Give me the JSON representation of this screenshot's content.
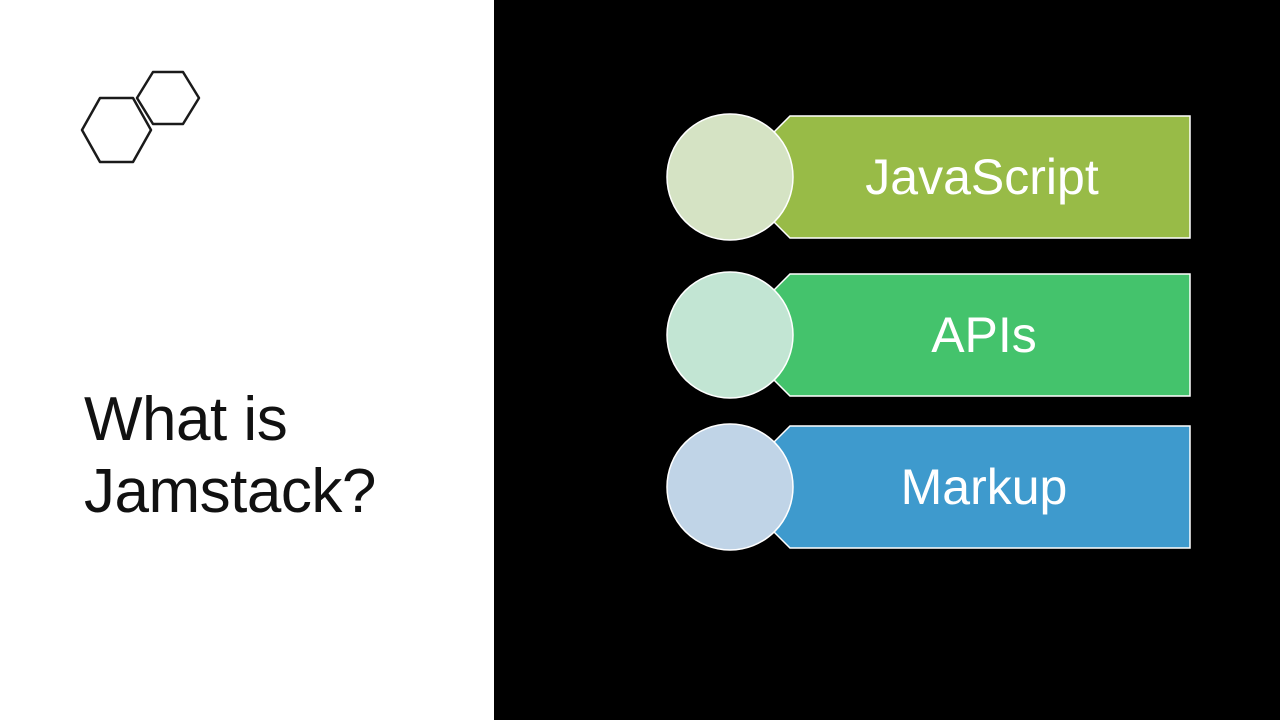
{
  "slide": {
    "title_lines": [
      "What is",
      "Jamstack?"
    ],
    "logo_icon": "hexagons-icon",
    "items": [
      {
        "label": "JavaScript",
        "bar_color": "#98bb47",
        "circle_color": "#d5e3c4"
      },
      {
        "label": "APIs",
        "bar_color": "#44c36c",
        "circle_color": "#c2e5d3"
      },
      {
        "label": "Markup",
        "bar_color": "#3e9acd",
        "circle_color": "#c0d4e7"
      }
    ],
    "colors": {
      "left_background": "#ffffff",
      "right_background": "#000000",
      "title_text": "#111111"
    }
  }
}
